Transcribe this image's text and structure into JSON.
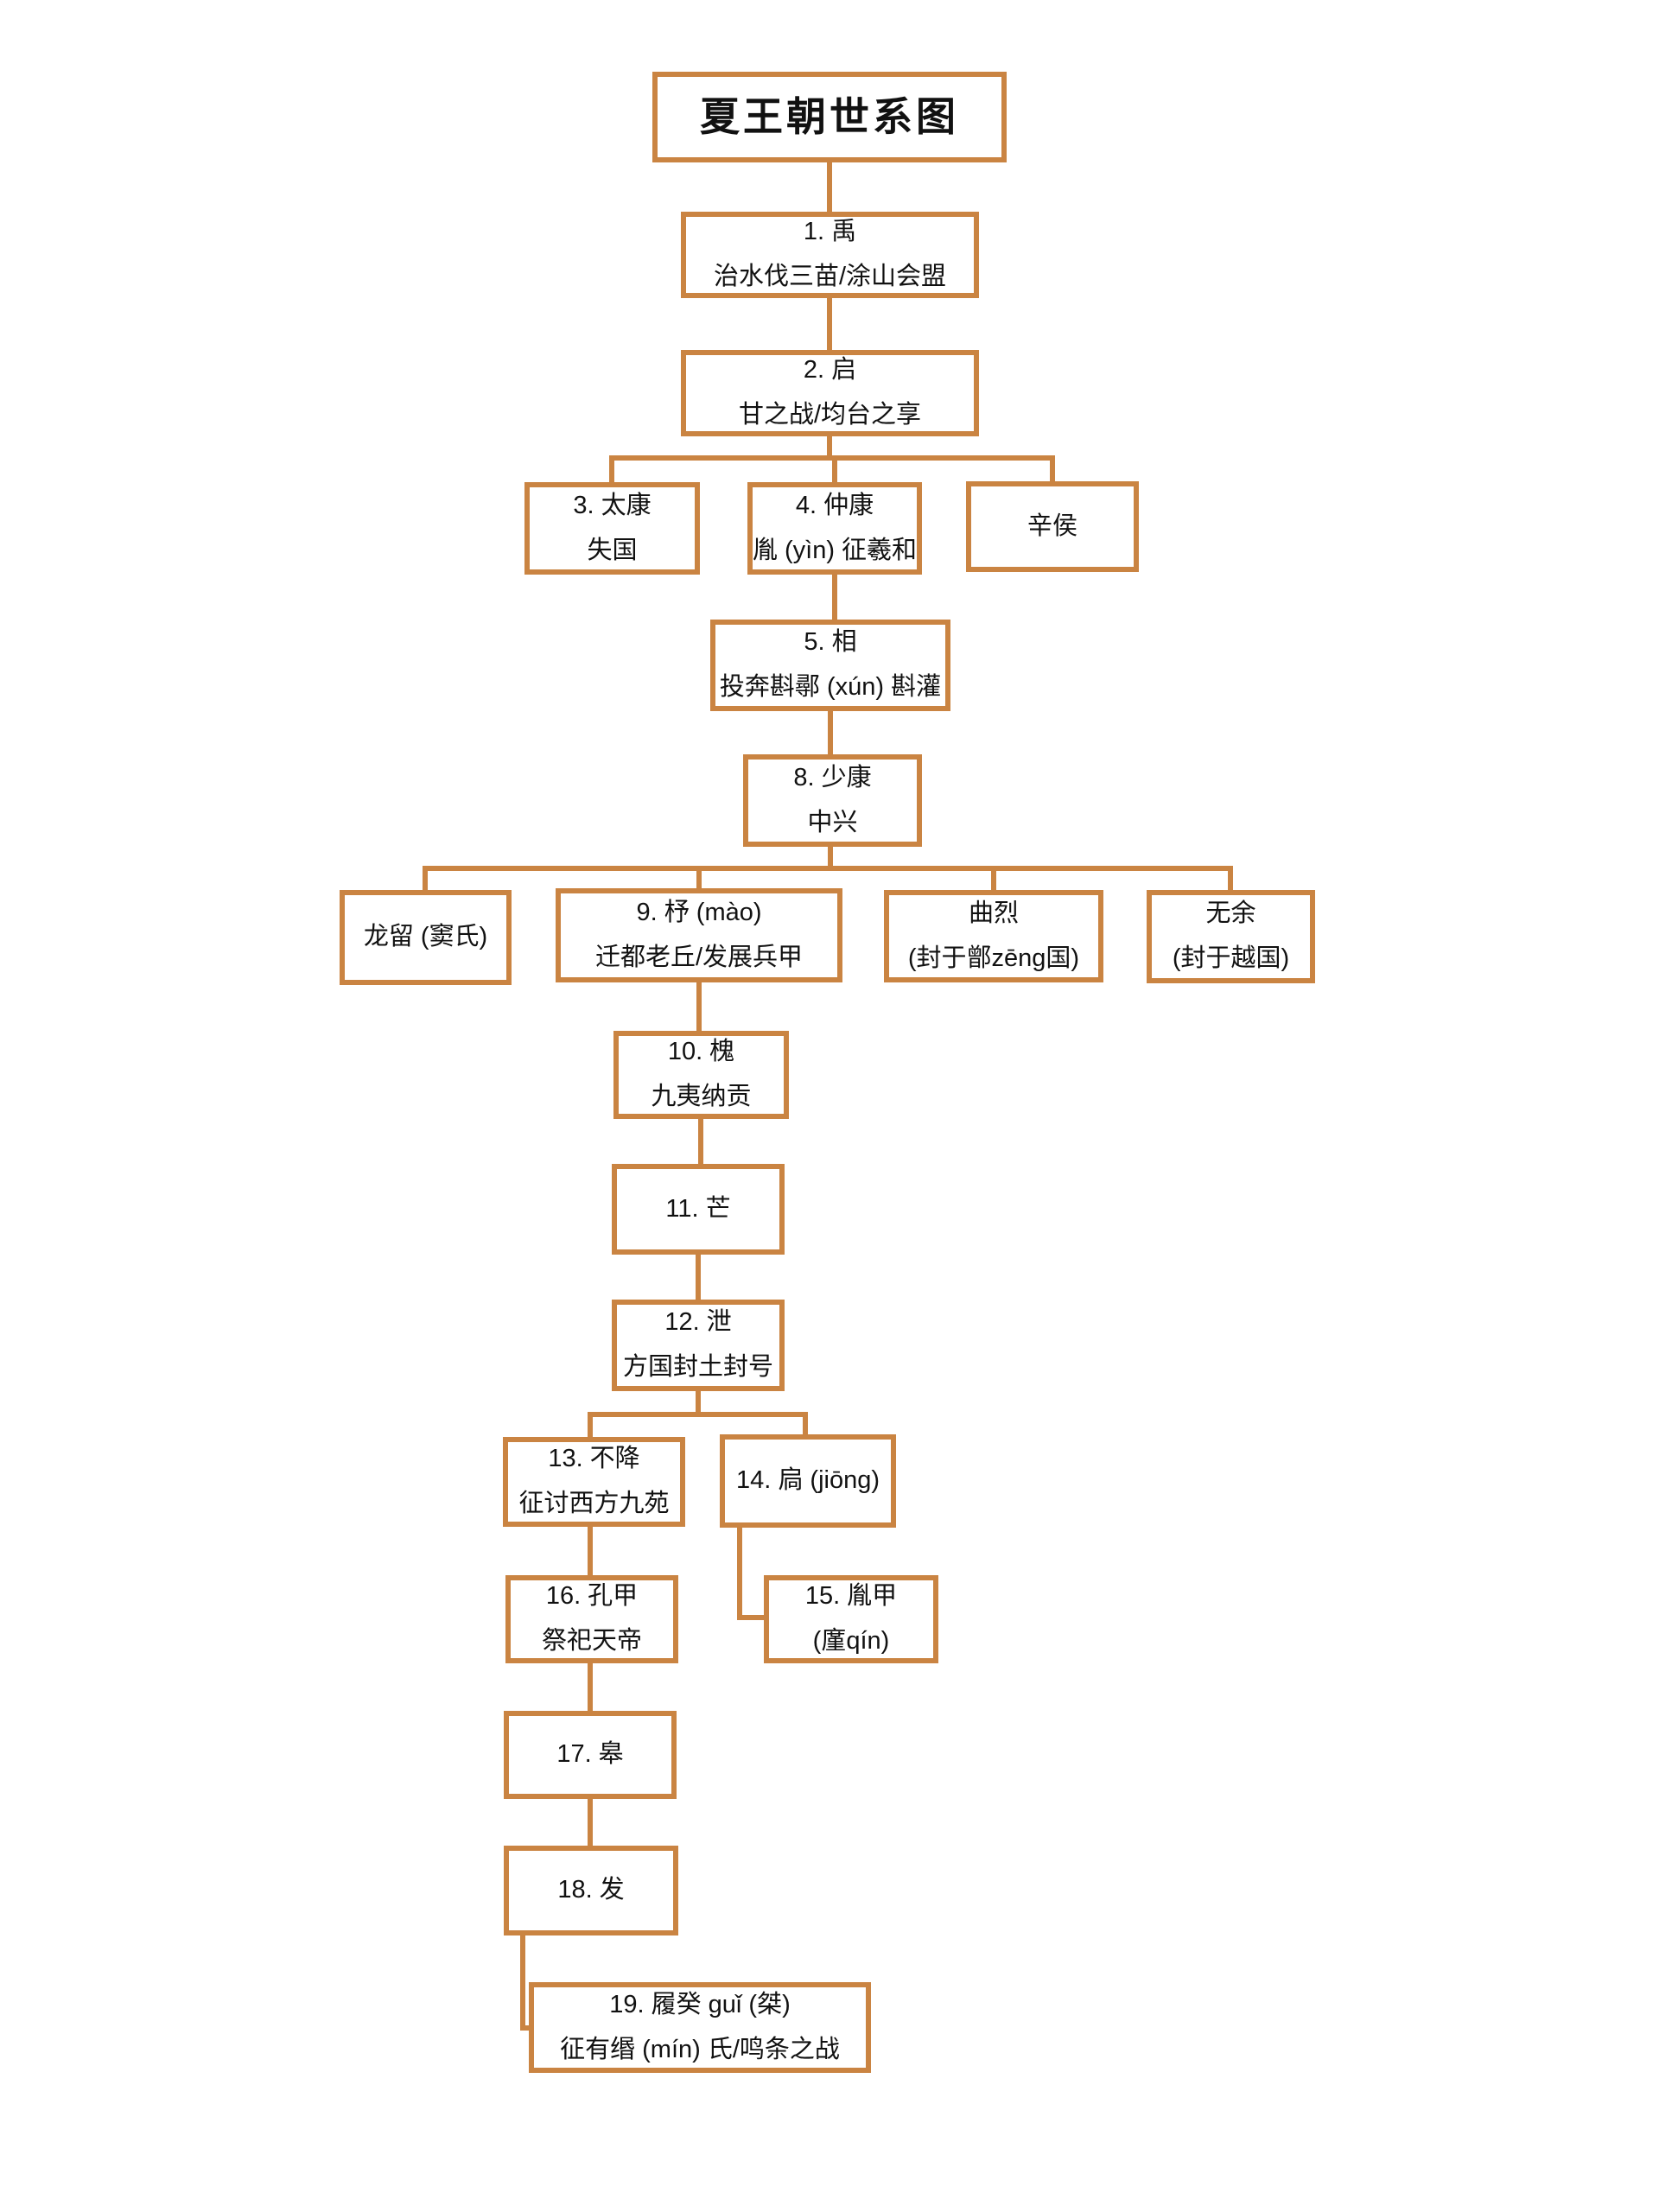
{
  "diagram": {
    "title": "夏王朝世系图",
    "accent_color": "#ca8442",
    "background_color": "#ffffff",
    "text_color": "#111111"
  },
  "nodes": [
    {
      "line1": "1. 禹",
      "line2": "治水伐三苗/涂山会盟"
    },
    {
      "line1": "2. 启",
      "line2": "甘之战/均台之享"
    },
    {
      "line1": "3. 太康",
      "line2": "失国"
    },
    {
      "line1": "4. 仲康",
      "line2": "胤 (yìn) 征羲和"
    },
    {
      "line1": "辛侯"
    },
    {
      "line1": "5. 相",
      "line2": "投奔斟鄩 (xún) 斟灌"
    },
    {
      "line1": "8. 少康",
      "line2": "中兴"
    },
    {
      "line1": "龙留 (窦氏)"
    },
    {
      "line1": "9. 杼 (mào)",
      "line2": "迁都老丘/发展兵甲"
    },
    {
      "line1": "曲烈",
      "line2": "(封于鄫zēng国)"
    },
    {
      "line1": "无余",
      "line2": "(封于越国)"
    },
    {
      "line1": "10. 槐",
      "line2": "九夷纳贡"
    },
    {
      "line1": "11. 芒"
    },
    {
      "line1": "12. 泄",
      "line2": "方国封土封号"
    },
    {
      "line1": "13. 不降",
      "line2": "征讨西方九苑"
    },
    {
      "line1": "14. 扃 (jiōng)"
    },
    {
      "line1": "16. 孔甲",
      "line2": "祭祀天帝"
    },
    {
      "line1": "15. 胤甲",
      "line2": "(廑qín)"
    },
    {
      "line1": "17. 皋"
    },
    {
      "line1": "18. 发"
    },
    {
      "line1": "19. 履癸 guǐ (桀)",
      "line2": "征有缗 (mín) 氏/鸣条之战"
    }
  ]
}
